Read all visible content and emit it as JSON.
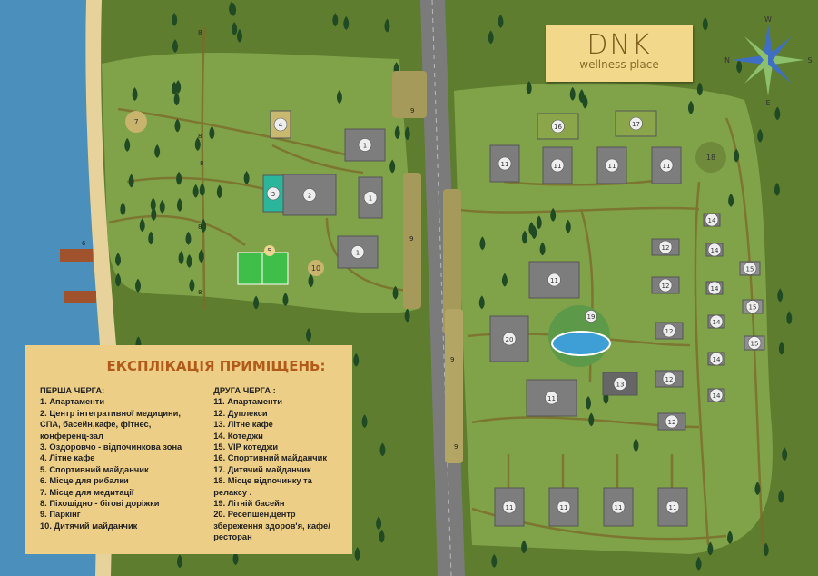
{
  "logo": {
    "title": "DNK",
    "subtitle": "wellness place"
  },
  "compass": {
    "top": "W",
    "left": "N",
    "right": "S",
    "bottom": "E"
  },
  "legend": {
    "title": "ЕКСПЛІКАЦІЯ ПРИМІЩЕНЬ:",
    "first_stage": {
      "heading": "ПЕРША ЧЕРГА:",
      "items": [
        "1. Апартаменти",
        "2. Центр інтегративної медицини, СПА, басейн,кафе, фітнес, конференц-зал",
        "3. Оздоровчо - відпочинкова зона",
        "4. Літне кафе",
        "5. Спортивний майданчик",
        "6. Місце для рибалки",
        "7. Місце для медитації",
        "8. Піхошідно - бігові доріжки",
        "9. Паркінг",
        "10. Дитячий майданчик"
      ]
    },
    "second_stage": {
      "heading": "ДРУГА ЧЕРГА :",
      "items": [
        "11. Апартаменти",
        "12. Дуплекси",
        "13. Літне кафе",
        "14. Котеджи",
        "15. VIP котеджи",
        "16. Спортивний майданчик",
        "17. Дитячий майданчик",
        "18. Місце відпочинку та релаксу .",
        "19. Літній басейн",
        "20. Ресепшен,центр збереження здоров'я, кафе/ресторан"
      ]
    }
  },
  "map_labels": {
    "apartments": "1",
    "spa": "2",
    "wellness": "3",
    "cafe1": "4",
    "sport1": "5",
    "fishing": "6",
    "meditation": "7",
    "trails": "8",
    "parking": "9",
    "playground1": "10",
    "apartments2": "11",
    "duplex": "12",
    "cafe2": "13",
    "cottage": "14",
    "vip": "15",
    "sport2": "16",
    "playground2": "17",
    "relax": "18",
    "pool": "19",
    "reception": "20"
  },
  "colors": {
    "sea": "#4b8fbd",
    "beach": "#e8d29b",
    "outer_grass": "#5e7d2e",
    "inner_grass": "#80a34a",
    "road": "#7b7b7b",
    "building": "#7d7d7d",
    "legend_bg": "#ecce86",
    "legend_title": "#b25a1a"
  }
}
